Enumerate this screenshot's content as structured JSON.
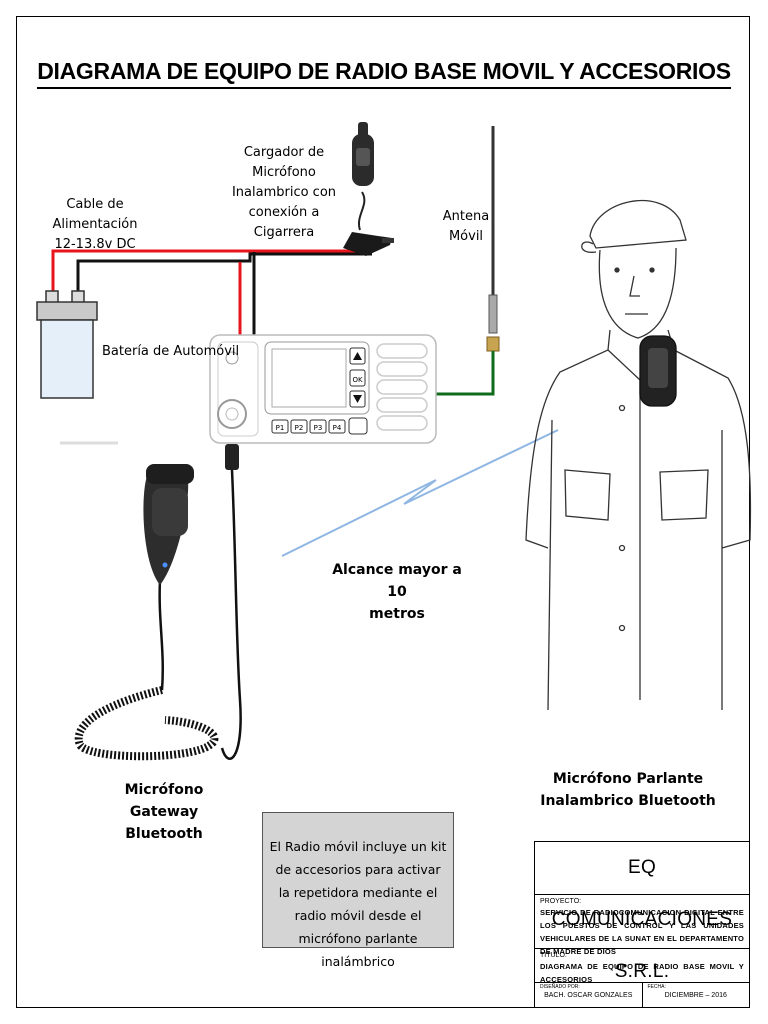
{
  "title": "DIAGRAMA DE EQUIPO DE RADIO BASE MOVIL Y ACCESORIOS",
  "labels": {
    "charger": "Cargador de Micrófono\nInalambrico con\nconexión a Cigarrera",
    "power_cable": "Cable de Alimentación\n12-13.8v DC",
    "antenna": "Antena\nMóvil",
    "battery": "Batería de Automóvil",
    "range": "Alcance mayor a 10\nmetros",
    "gateway_mic": "Micrófono Gateway\nBluetooth",
    "speaker_mic": "Micrófono Parlante\nInalambrico Bluetooth"
  },
  "radio_buttons": [
    "P1",
    "P2",
    "P3",
    "P4"
  ],
  "radio_side_label": "OK",
  "note": "El Radio móvil incluye un kit de accesorios para activar la repetidora mediante el radio móvil desde el micrófono parlante inalámbrico",
  "title_block": {
    "company": "EQ COMUNICACIONES S.R.L.",
    "project_label": "PROYECTO:",
    "project": "SERVICIO DE RADIOCOMUNICACION DIGITAL ENTRE LOS PUESTOS DE CONTROL Y LAS UNIDADES VEHICULARES DE LA SUNAT EN EL DEPARTAMENTO DE MADRE DE DIOS",
    "title_label": "TITULO:",
    "title": "DIAGRAMA DE EQUIPO DE RADIO BASE MOVIL Y ACCESORIOS",
    "designer_label": "DISEÑADO POR:",
    "designer": "BACH. OSCAR GONZALES",
    "date_label": "FECHA:",
    "date": "DICIEMBRE – 2016"
  },
  "colors": {
    "red_wire": "#e8141b",
    "black_wire": "#111111",
    "green_wire": "#0e6b1c",
    "wireless": "#8fb6e3",
    "note_bg": "#d4d4d4"
  }
}
